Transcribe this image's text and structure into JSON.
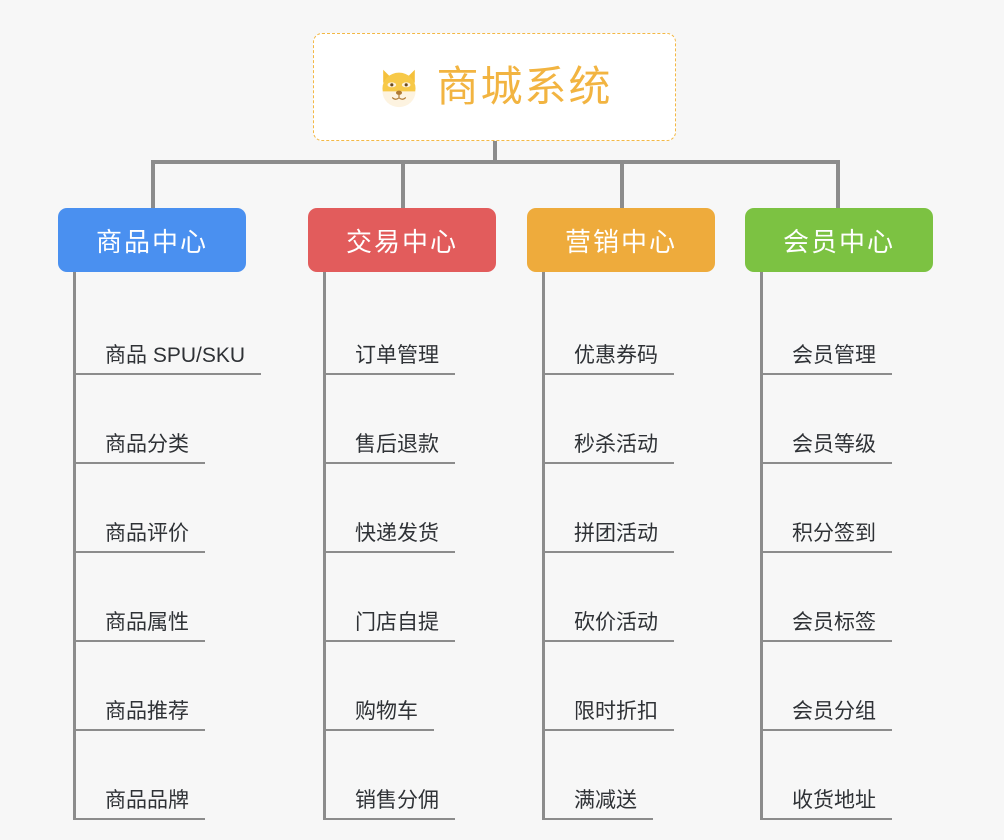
{
  "diagram": {
    "background_color": "#f7f7f7",
    "connector_color": "#8c8c8c",
    "root": {
      "title": "商城系统",
      "emoji_name": "shiba-dog-face-emoji",
      "text_color": "#f2b441",
      "border_color": "#f3b845",
      "background_color": "#ffffff"
    },
    "branches": [
      {
        "title": "商品中心",
        "color": "#4a90f0",
        "items": [
          "商品 SPU/SKU",
          "商品分类",
          "商品评价",
          "商品属性",
          "商品推荐",
          "商品品牌"
        ]
      },
      {
        "title": "交易中心",
        "color": "#e25c5c",
        "items": [
          "订单管理",
          "售后退款",
          "快递发货",
          "门店自提",
          "购物车",
          "销售分佣"
        ]
      },
      {
        "title": "营销中心",
        "color": "#eeab3c",
        "items": [
          "优惠券码",
          "秒杀活动",
          "拼团活动",
          "砍价活动",
          "限时折扣",
          "满减送"
        ]
      },
      {
        "title": "会员中心",
        "color": "#7cc242",
        "items": [
          "会员管理",
          "会员等级",
          "积分签到",
          "会员标签",
          "会员分组",
          "收货地址"
        ]
      }
    ]
  }
}
